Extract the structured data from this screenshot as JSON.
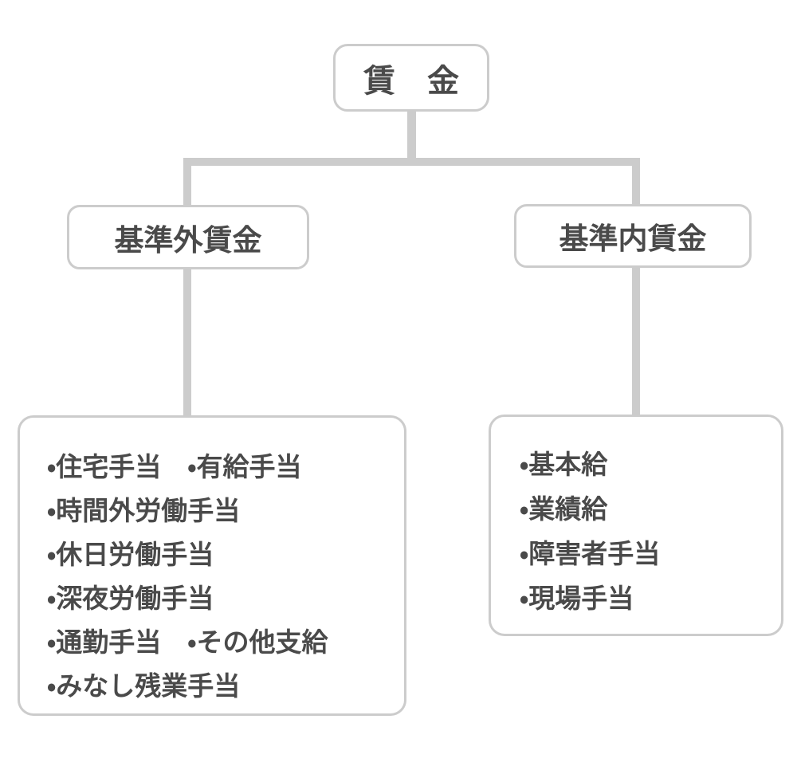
{
  "colors": {
    "background": "#ffffff",
    "box_border": "#cccccc",
    "connector": "#cccccc",
    "text": "#4a4a4a"
  },
  "tree": {
    "root": {
      "label": "賃　金"
    },
    "branches": [
      {
        "label": "基準外賃金"
      },
      {
        "label": "基準内賃金"
      }
    ],
    "left_leaf": {
      "lines": [
        "・住宅手当　・有給手当",
        "・時間外労働手当",
        "・休日労働手当",
        "・深夜労働手当",
        "・通勤手当　・その他支給",
        "・みなし残業手当"
      ]
    },
    "right_leaf": {
      "lines": [
        "・基本給",
        "・業績給",
        "・障害者手当",
        "・現場手当"
      ]
    }
  }
}
